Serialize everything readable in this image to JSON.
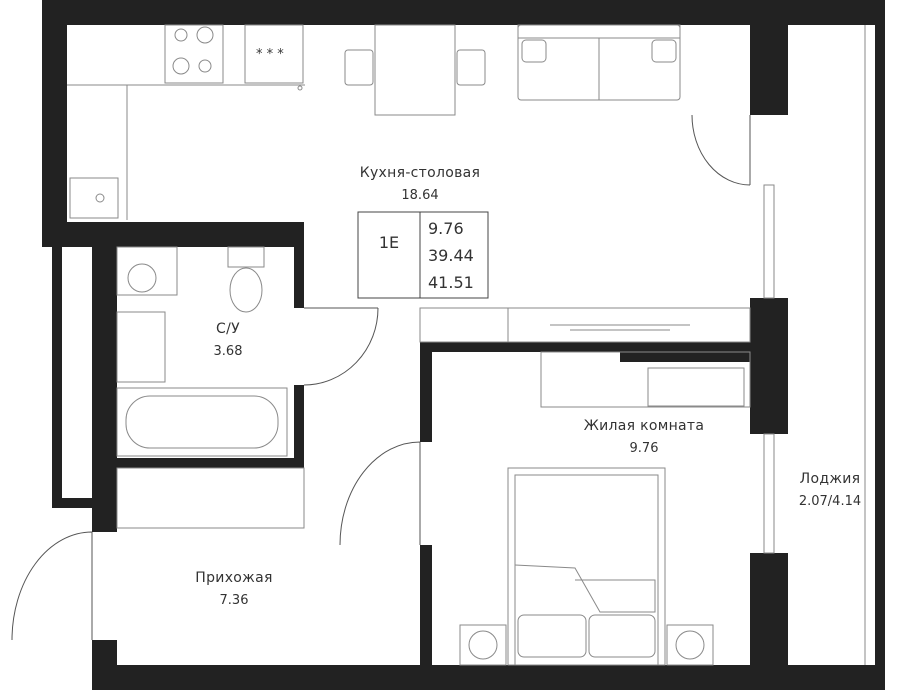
{
  "rooms": {
    "kitchen": {
      "name": "Кухня-столовая",
      "area": "18.64"
    },
    "bathroom": {
      "name": "С/У",
      "area": "3.68"
    },
    "living": {
      "name": "Жилая комната",
      "area": "9.76"
    },
    "hall": {
      "name": "Прихожая",
      "area": "7.36"
    },
    "loggia": {
      "name": "Лоджия",
      "area": "2.07/4.14"
    }
  },
  "unit_box": {
    "type": "1Е",
    "living_area": "9.76",
    "total_area": "39.44",
    "total_with_loggia": "41.51"
  }
}
